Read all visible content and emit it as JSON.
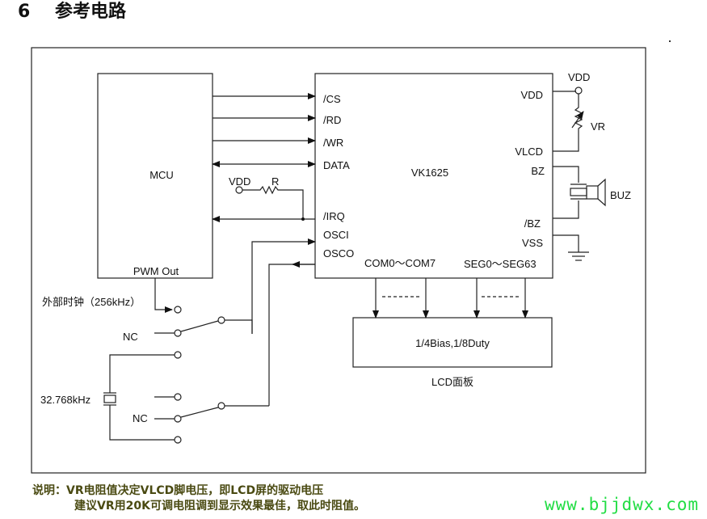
{
  "heading": {
    "number": "6",
    "title": "参考电路"
  },
  "mcu": {
    "label": "MCU",
    "pwm_label": "PWM Out"
  },
  "ic": {
    "name": "VK1625",
    "left_pins": [
      "/CS",
      "/RD",
      "/WR",
      "DATA",
      "/IRQ",
      "OSCI",
      "OSCO"
    ],
    "right_pins": [
      "VDD",
      "VLCD",
      "BZ",
      "/BZ",
      "VSS"
    ],
    "bottom_pins": [
      "COM0～COM7",
      "SEG0～SEG63"
    ]
  },
  "pullup": {
    "vdd_label": "VDD",
    "resistor_label": "R"
  },
  "right_side": {
    "vdd_label": "VDD",
    "vr_label": "VR",
    "buzzer_label": "BUZ"
  },
  "lcd": {
    "spec": "1/4Bias,1/8Duty",
    "caption": "LCD面板"
  },
  "clock": {
    "external_label": "外部时钟（256kHz）",
    "nc_label_1": "NC",
    "nc_label_2": "NC",
    "crystal_label": "32.768kHz"
  },
  "note": {
    "line1": "说明：VR电阻值决定VLCD脚电压，即LCD屏的驱动电压",
    "line2": "建议VR用20K可调电阻调到显示效果最佳，取此时阻值。"
  },
  "watermark": "www.bjjdwx.com",
  "colors": {
    "note": "#4a4a12",
    "watermark": "#22dd44",
    "line": "#222222"
  }
}
